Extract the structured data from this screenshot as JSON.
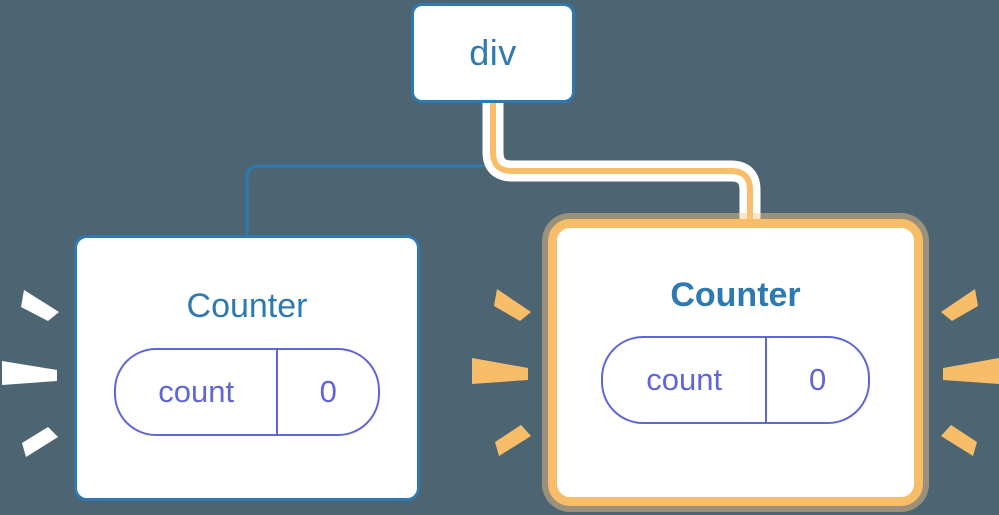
{
  "diagram": {
    "type": "component-tree",
    "background_color": "#4d6573",
    "root": {
      "label": "div",
      "shape": "rounded-rect",
      "border_color": "#2e7ab0",
      "text_color": "#2e7ab0",
      "highlighted": false
    },
    "children": [
      {
        "label": "Counter",
        "highlighted": false,
        "border_color": "#2e7ab0",
        "title_color": "#2e7ab0",
        "title_weight": "normal",
        "sparkle_color": "#ffffff",
        "state": {
          "key": "count",
          "value": "0",
          "pill_color": "#6166d6"
        }
      },
      {
        "label": "Counter",
        "highlighted": true,
        "border_color": "#f8bd68",
        "title_color": "#2e7ab0",
        "title_weight": "bold",
        "sparkle_color": "#f8bd68",
        "state": {
          "key": "count",
          "value": "0",
          "pill_color": "#6166d6"
        }
      }
    ],
    "edges": [
      {
        "from": "div",
        "to": "counter-left",
        "color": "#2e7ab0",
        "highlighted": false
      },
      {
        "from": "div",
        "to": "counter-right",
        "color": "#f8bd68",
        "highlighted": true,
        "halo_color": "#ffffff"
      }
    ],
    "colors": {
      "blue": "#2e7ab0",
      "orange": "#f8bd68",
      "orange_glow": "#fbd7a3",
      "purple": "#6166d6",
      "white": "#ffffff",
      "slate": "#4d6573"
    }
  }
}
